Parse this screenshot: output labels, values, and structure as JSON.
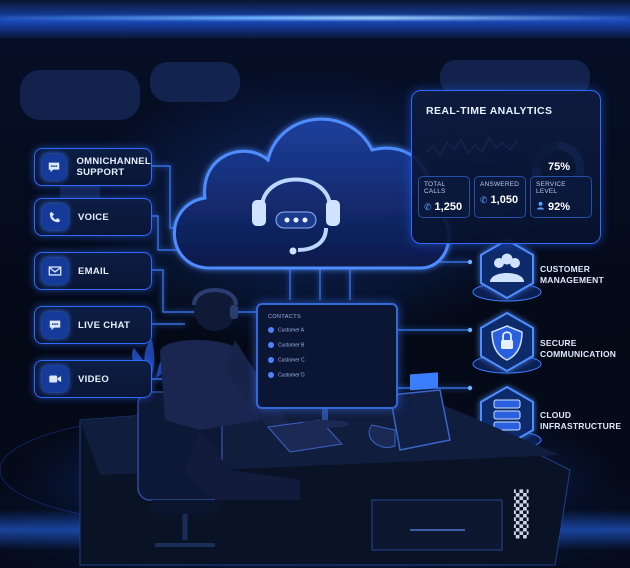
{
  "channels": [
    {
      "label": "OMNICHANNEL\nSUPPORT",
      "icon": "chat-bubble-icon"
    },
    {
      "label": "VOICE",
      "icon": "phone-icon"
    },
    {
      "label": "EMAIL",
      "icon": "envelope-icon"
    },
    {
      "label": "LIVE CHAT",
      "icon": "chat-bubble-icon"
    },
    {
      "label": "VIDEO",
      "icon": "video-camera-icon"
    }
  ],
  "analytics": {
    "title": "REAL-TIME ANALYTICS",
    "gauge_value": "75%",
    "gauge_fraction": 0.75,
    "stats": [
      {
        "label": "TOTAL CALLS",
        "value": "1,250",
        "icon": "phone-icon"
      },
      {
        "label": "ANSWERED",
        "value": "1,050",
        "icon": "phone-icon"
      },
      {
        "label": "SERVICE LEVEL",
        "value": "92%",
        "icon": "person-icon"
      }
    ]
  },
  "services": [
    {
      "label": "CUSTOMER\nMANAGEMENT",
      "icon": "people-icon"
    },
    {
      "label": "SECURE\nCOMMUNICATION",
      "icon": "shield-lock-icon"
    },
    {
      "label": "CLOUD\nINFRASTRUCTURE",
      "icon": "server-icon"
    }
  ],
  "monitor": {
    "contacts_title": "CONTACTS",
    "contacts": [
      "Customer A",
      "Customer B",
      "Customer C",
      "Customer D"
    ]
  },
  "colors": {
    "accent": "#2f6bff",
    "glow": "#6fb4ff",
    "background": "#050b1c",
    "hangup": "#ff4a4a"
  }
}
